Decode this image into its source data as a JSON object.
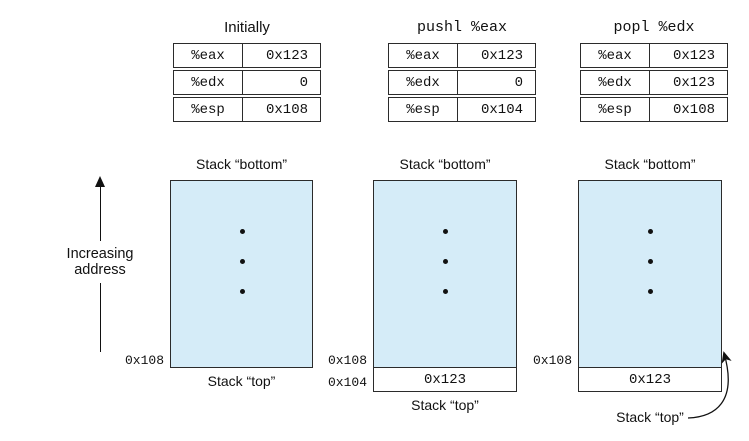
{
  "colors": {
    "stack_fill": "#d5ecf8",
    "line": "#2b2b2b",
    "text": "#111111"
  },
  "axis": {
    "line1": "Increasing",
    "line2": "address"
  },
  "columns": [
    {
      "title": "Initially",
      "registers": [
        {
          "name": "%eax",
          "value": "0x123"
        },
        {
          "name": "%edx",
          "value": "0"
        },
        {
          "name": "%esp",
          "value": "0x108"
        }
      ],
      "stack": {
        "bottom_label": "Stack “bottom”",
        "top_label": "Stack “top”",
        "addresses": [
          "0x108"
        ],
        "cells": [],
        "dots_count": 3
      }
    },
    {
      "title": "pushl %eax",
      "registers": [
        {
          "name": "%eax",
          "value": "0x123"
        },
        {
          "name": "%edx",
          "value": "0"
        },
        {
          "name": "%esp",
          "value": "0x104"
        }
      ],
      "stack": {
        "bottom_label": "Stack “bottom”",
        "top_label": "Stack “top”",
        "addresses": [
          "0x108",
          "0x104"
        ],
        "cells": [
          "0x123"
        ],
        "dots_count": 3
      }
    },
    {
      "title": "popl %edx",
      "registers": [
        {
          "name": "%eax",
          "value": "0x123"
        },
        {
          "name": "%edx",
          "value": "0x123"
        },
        {
          "name": "%esp",
          "value": "0x108"
        }
      ],
      "stack": {
        "bottom_label": "Stack “bottom”",
        "top_label": "Stack “top”",
        "addresses": [
          "0x108"
        ],
        "cells": [
          "0x123"
        ],
        "dots_count": 3
      }
    }
  ]
}
